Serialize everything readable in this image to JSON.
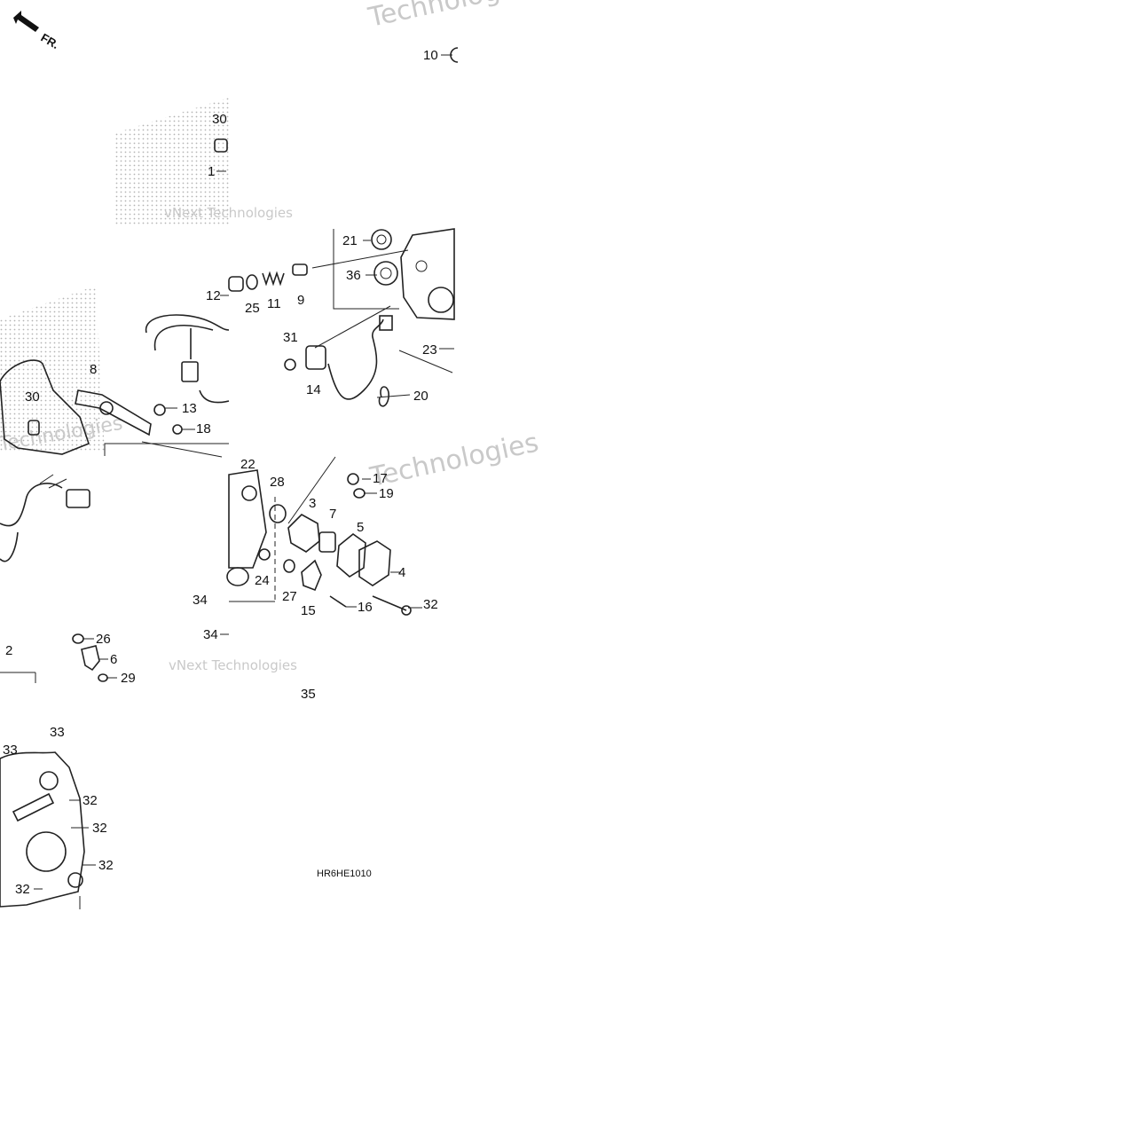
{
  "diagram": {
    "code": "HR6HE1010",
    "orientation": "FR.",
    "watermark": [
      "vNext Technologies",
      "Technologies",
      "Technologies",
      "Technologies",
      "vNext Technologies"
    ],
    "callouts": [
      {
        "id": "c1",
        "text": "1"
      },
      {
        "id": "c2",
        "text": "2"
      },
      {
        "id": "c3",
        "text": "3"
      },
      {
        "id": "c4",
        "text": "4"
      },
      {
        "id": "c5",
        "text": "5"
      },
      {
        "id": "c6",
        "text": "6"
      },
      {
        "id": "c7",
        "text": "7"
      },
      {
        "id": "c8",
        "text": "8"
      },
      {
        "id": "c9",
        "text": "9"
      },
      {
        "id": "c10",
        "text": "10"
      },
      {
        "id": "c11",
        "text": "11"
      },
      {
        "id": "c12",
        "text": "12"
      },
      {
        "id": "c13",
        "text": "13"
      },
      {
        "id": "c14",
        "text": "14"
      },
      {
        "id": "c15",
        "text": "15"
      },
      {
        "id": "c16",
        "text": "16"
      },
      {
        "id": "c17",
        "text": "17"
      },
      {
        "id": "c18",
        "text": "18"
      },
      {
        "id": "c19",
        "text": "19"
      },
      {
        "id": "c20",
        "text": "20"
      },
      {
        "id": "c21",
        "text": "21"
      },
      {
        "id": "c22",
        "text": "22"
      },
      {
        "id": "c23",
        "text": "23"
      },
      {
        "id": "c24",
        "text": "24"
      },
      {
        "id": "c25",
        "text": "25"
      },
      {
        "id": "c26",
        "text": "26"
      },
      {
        "id": "c27",
        "text": "27"
      },
      {
        "id": "c28",
        "text": "28"
      },
      {
        "id": "c29",
        "text": "29"
      },
      {
        "id": "c30a",
        "text": "30"
      },
      {
        "id": "c30b",
        "text": "30"
      },
      {
        "id": "c31",
        "text": "31"
      },
      {
        "id": "c32a",
        "text": "32"
      },
      {
        "id": "c32b",
        "text": "32"
      },
      {
        "id": "c32c",
        "text": "32"
      },
      {
        "id": "c32d",
        "text": "32"
      },
      {
        "id": "c32e",
        "text": "32"
      },
      {
        "id": "c33a",
        "text": "33"
      },
      {
        "id": "c33b",
        "text": "33"
      },
      {
        "id": "c34a",
        "text": "34"
      },
      {
        "id": "c34b",
        "text": "34"
      },
      {
        "id": "c35",
        "text": "35"
      },
      {
        "id": "c36",
        "text": "36"
      }
    ]
  }
}
